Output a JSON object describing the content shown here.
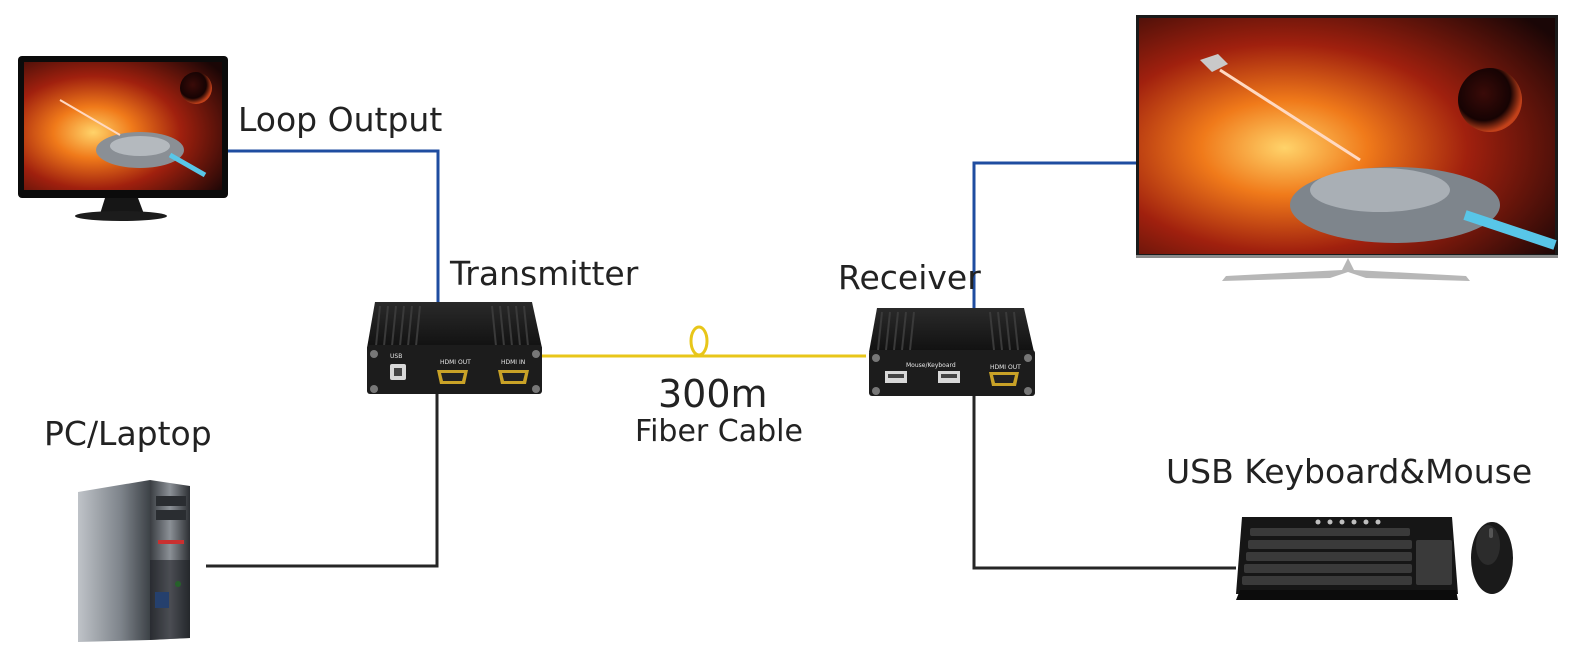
{
  "labels": {
    "loop_output": "Loop Output",
    "transmitter": "Transmitter",
    "receiver": "Receiver",
    "pc_laptop": "PC/Laptop",
    "usb_keyboard_mouse": "USB Keyboard&Mouse",
    "distance": "300m",
    "cable": "Fiber Cable"
  },
  "ports": {
    "tx_usb": "USB",
    "tx_hdmi_out": "HDMI OUT",
    "tx_hdmi_in": "HDMI IN",
    "rx_mouse_keyboard": "Mouse/Keyboard",
    "rx_hdmi_out": "HDMI OUT"
  },
  "colors": {
    "hdmi_cable": "#1f4da0",
    "usb_cable": "#262626",
    "fiber_cable": "#e8c619",
    "device_body": "#1c1c1c"
  },
  "icons": [
    "monitor-icon",
    "tv-icon",
    "pc-tower-icon",
    "keyboard-icon",
    "mouse-icon",
    "transmitter-icon",
    "receiver-icon"
  ]
}
